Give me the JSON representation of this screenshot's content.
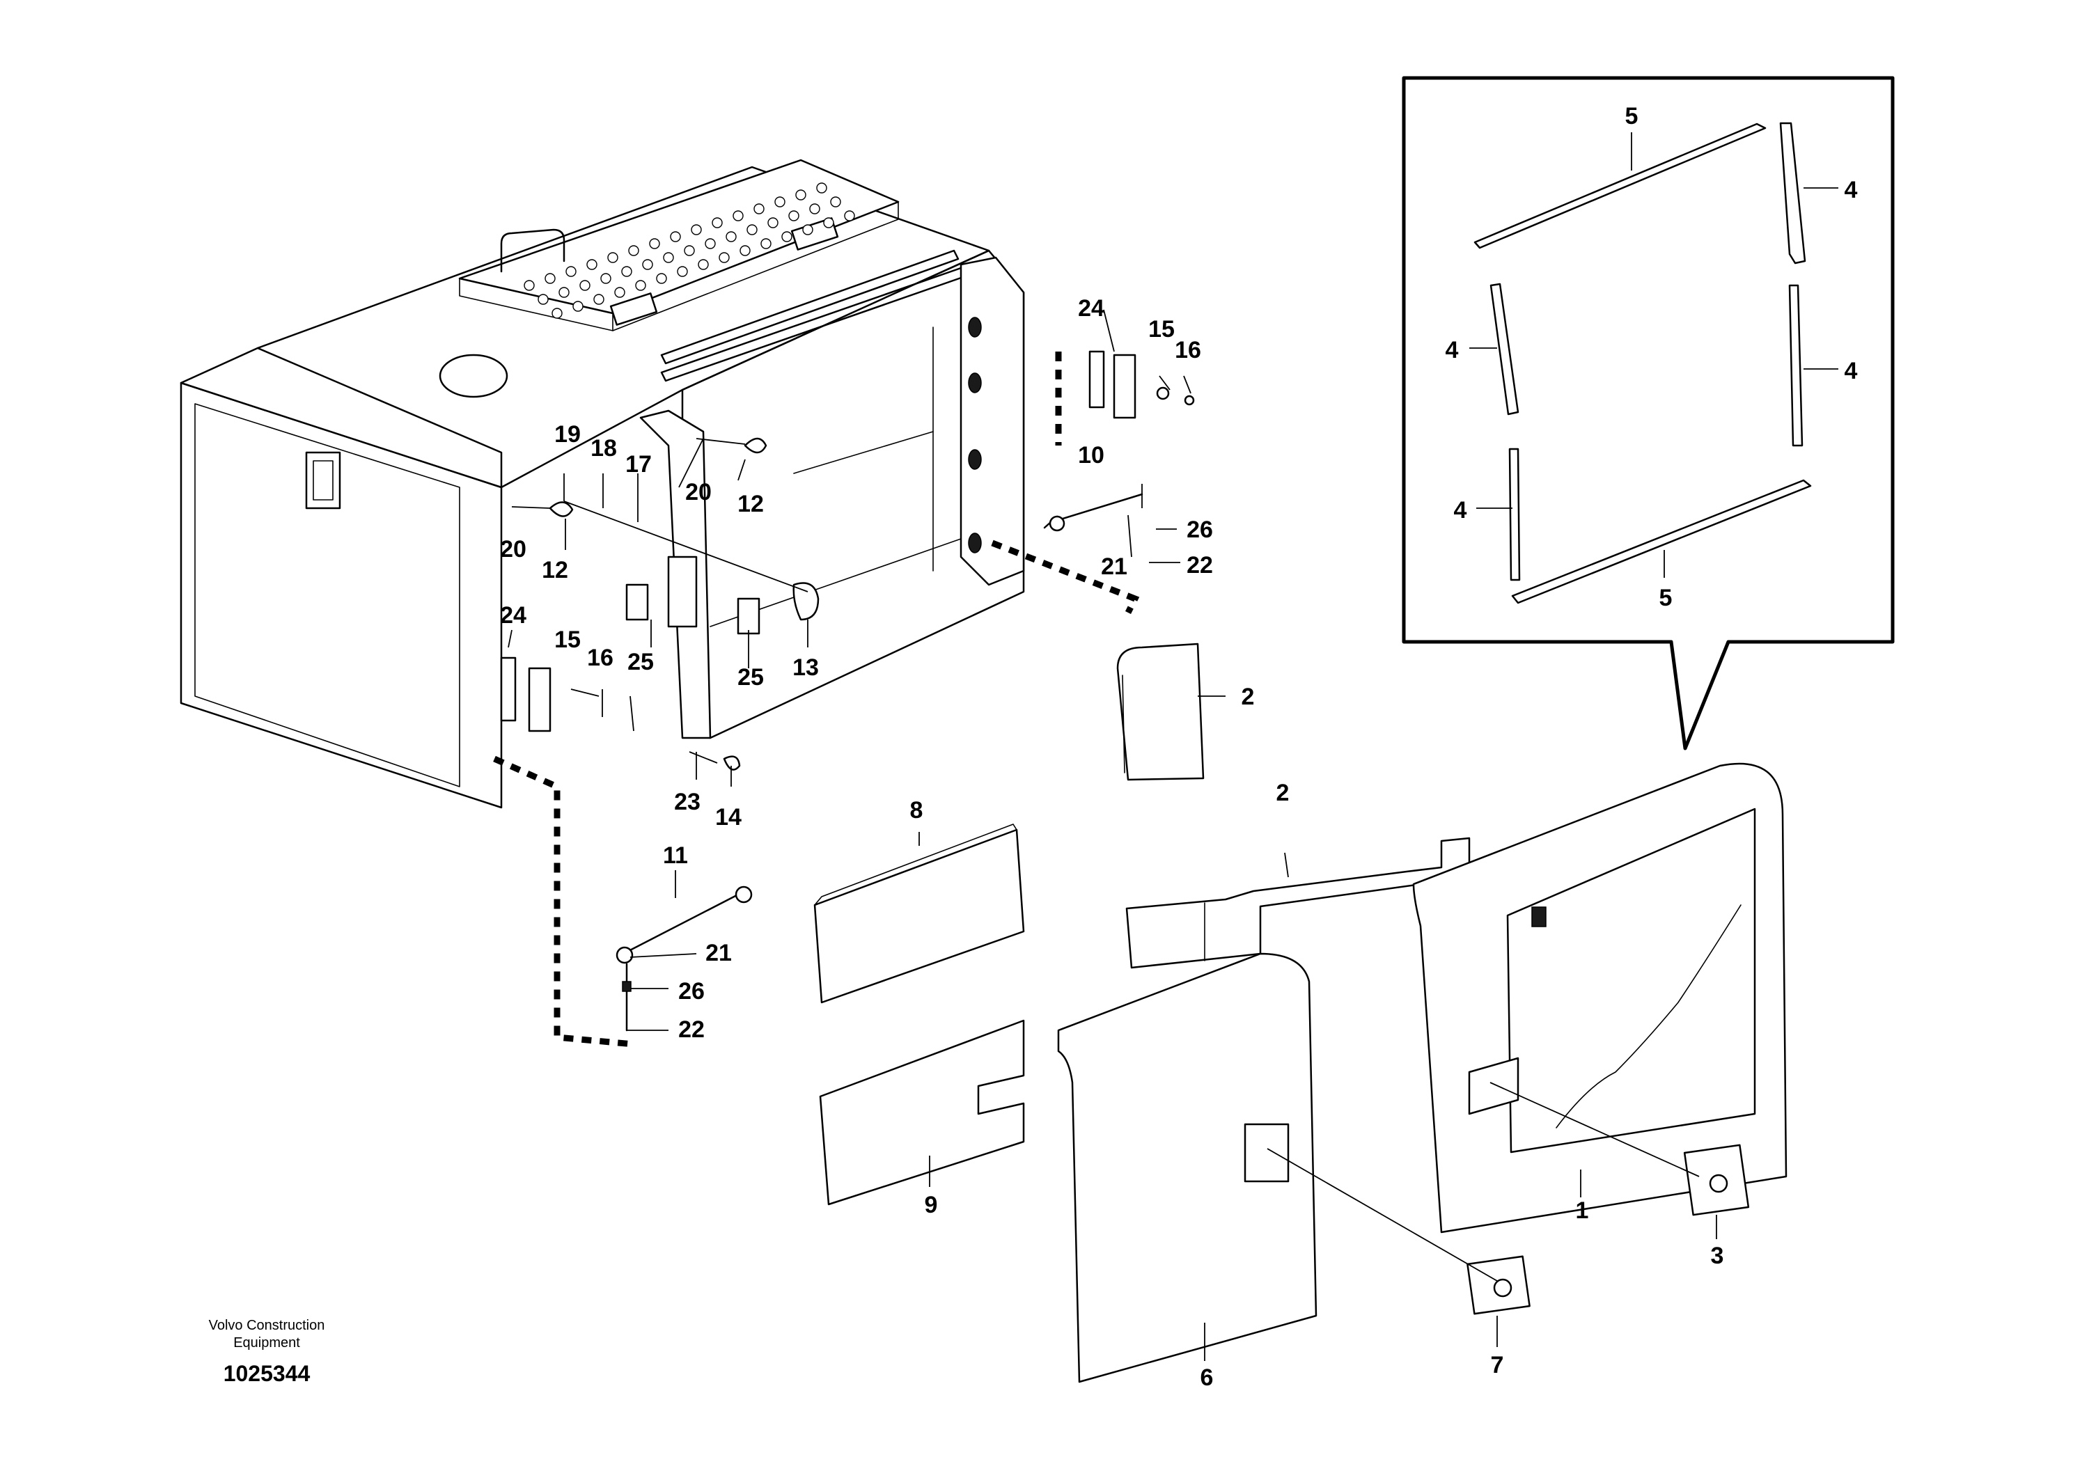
{
  "credit": {
    "line1": "Volvo Construction",
    "line2": "Equipment"
  },
  "document_number": "1025344",
  "callouts": {
    "c1": "1",
    "c2a": "2",
    "c2b": "2",
    "c3": "3",
    "c4a": "4",
    "c4b": "4",
    "c4c": "4",
    "c4d": "4",
    "c5a": "5",
    "c5b": "5",
    "c6": "6",
    "c7": "7",
    "c8": "8",
    "c9": "9",
    "c10": "10",
    "c11": "11",
    "c12a": "12",
    "c12b": "12",
    "c13": "13",
    "c14": "14",
    "c15a": "15",
    "c15b": "15",
    "c16a": "16",
    "c16b": "16",
    "c17": "17",
    "c18": "18",
    "c19": "19",
    "c20a": "20",
    "c20b": "20",
    "c21a": "21",
    "c21b": "21",
    "c22a": "22",
    "c22b": "22",
    "c23": "23",
    "c24a": "24",
    "c24b": "24",
    "c25a": "25",
    "c25b": "25",
    "c26a": "26",
    "c26b": "26"
  }
}
